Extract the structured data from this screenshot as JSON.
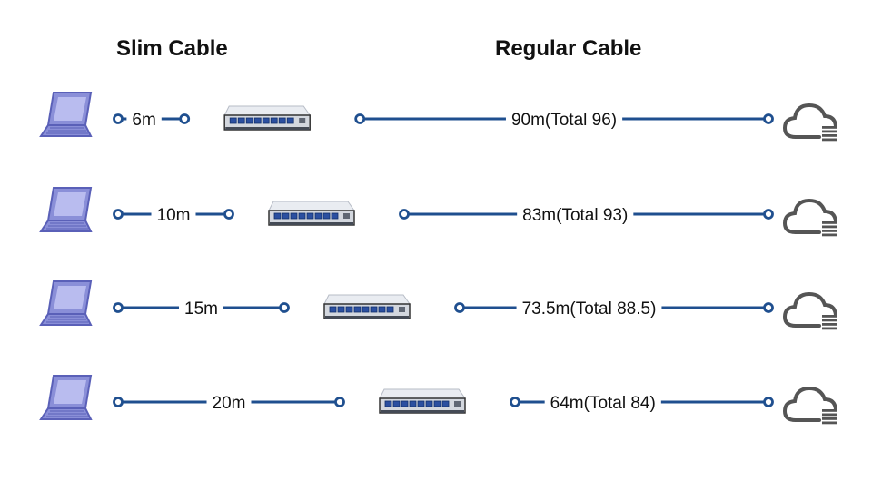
{
  "headers": {
    "slim": "Slim Cable",
    "regular": "Regular Cable"
  },
  "colors": {
    "cable": "#1f4f8f",
    "laptop": "#8a8fd8",
    "laptop_dark": "#5a60b8",
    "switch": "#d3d7de",
    "port": "#2b4fa0",
    "cloud": "#555555"
  },
  "icons": {
    "device": "laptop-icon",
    "switch": "network-switch-icon",
    "destination": "cloud-server-icon"
  },
  "rows": [
    {
      "slim_label": "6m",
      "slim_length_m": 6,
      "regular_label": "90m(Total 96)",
      "regular_length_m": 90,
      "total_m": 96
    },
    {
      "slim_label": "10m",
      "slim_length_m": 10,
      "regular_label": "83m(Total 93)",
      "regular_length_m": 83,
      "total_m": 93
    },
    {
      "slim_label": "15m",
      "slim_length_m": 15,
      "regular_label": "73.5m(Total 88.5)",
      "regular_length_m": 73.5,
      "total_m": 88.5
    },
    {
      "slim_label": "20m",
      "slim_length_m": 20,
      "regular_label": "64m(Total 84)",
      "regular_length_m": 64,
      "total_m": 84
    }
  ]
}
